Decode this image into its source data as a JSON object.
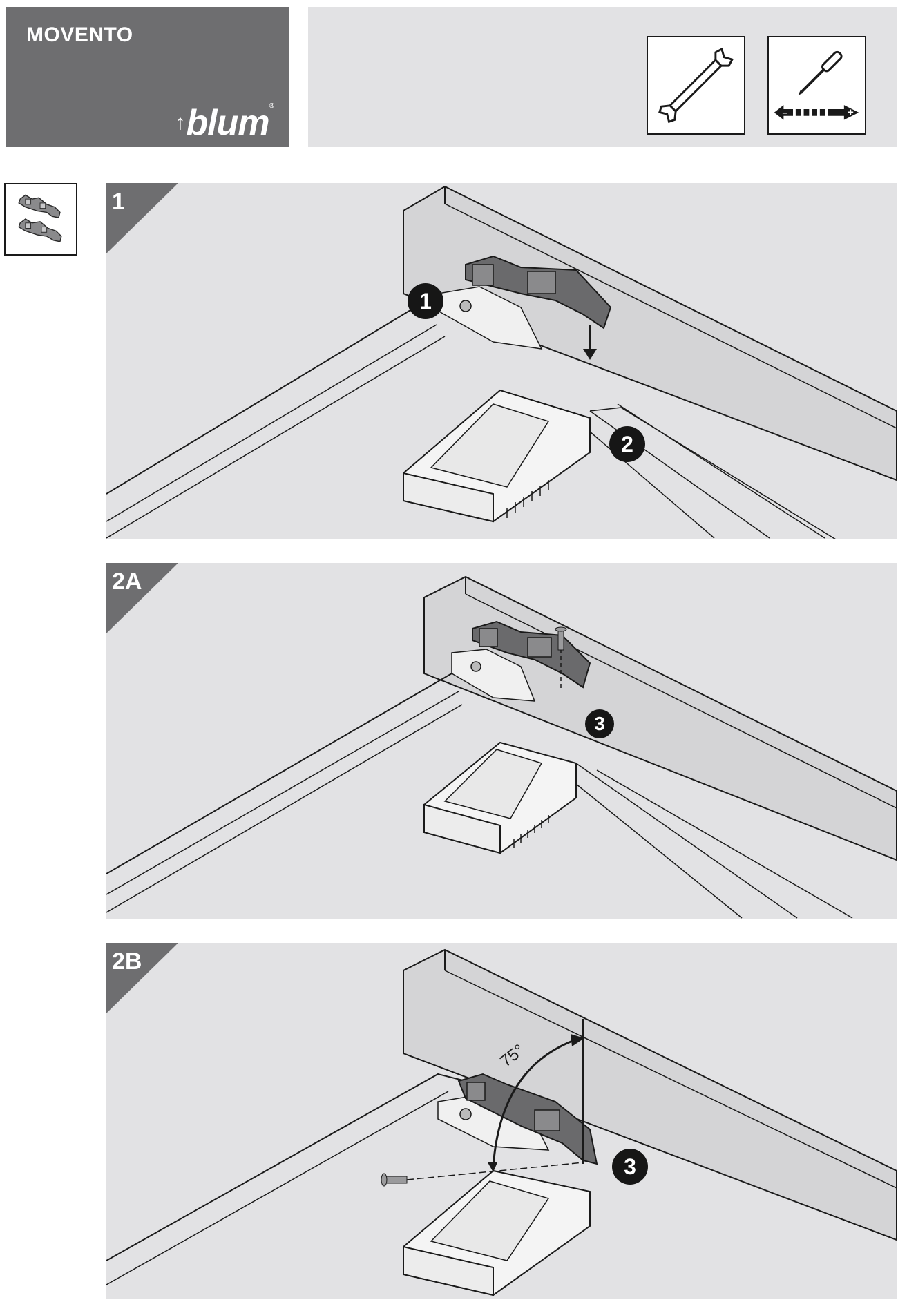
{
  "header": {
    "product_name": "MOVENTO",
    "brand_logo": "blum",
    "brand_logo_mark": "®",
    "tools": [
      {
        "icon": "wrench-icon"
      },
      {
        "icon": "screwdriver-icon"
      }
    ]
  },
  "parts_thumbnail": {
    "icon": "locking-device-parts-icon"
  },
  "steps": [
    {
      "label": "1",
      "callouts": [
        "1",
        "2"
      ]
    },
    {
      "label": "2A",
      "callouts": [
        "3"
      ]
    },
    {
      "label": "2B",
      "callouts": [
        "3"
      ],
      "angle": "75°"
    }
  ],
  "colors": {
    "brand_gray": "#6e6e70",
    "panel_gray": "#e2e2e4",
    "callout": "#161616",
    "part_dark": "#6a6a6c"
  }
}
